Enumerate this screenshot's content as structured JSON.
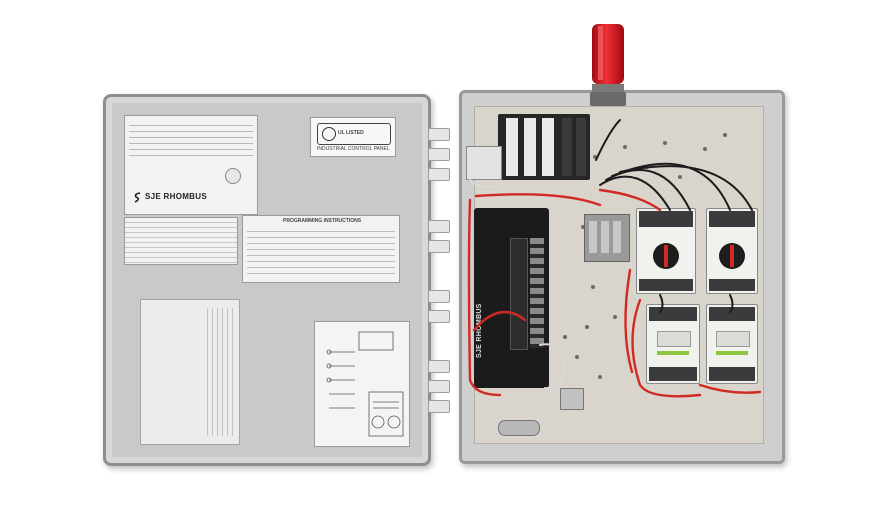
{
  "door_panel": {
    "brand": "SJE RHOMBUS",
    "board_brand": "SJE RHOMBUS",
    "listing_mark": "UL LISTED",
    "listing_caption": "INDUSTRIAL CONTROL PANEL",
    "instructions_title": "PROGRAMMING INSTRUCTIONS"
  },
  "colors": {
    "beacon": "#d8141b",
    "wire_red": "#d12a24",
    "wire_black": "#1c1c1c",
    "contactor_green": "#8ec63f",
    "enclosure_gray": "#cfcfcf"
  }
}
